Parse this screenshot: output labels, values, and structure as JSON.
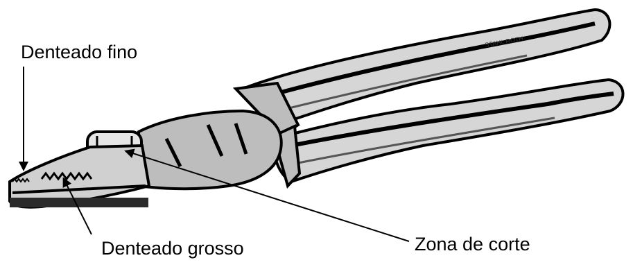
{
  "labels": {
    "fine_teeth": "Denteado fino",
    "coarse_teeth": "Denteado grosso",
    "cutting_zone": "Zona de corte"
  },
  "illustration": {
    "subject": "pliers-icon",
    "stamped_text": "STAHL ROTH"
  },
  "colors": {
    "ink": "#000000",
    "paper": "#ffffff",
    "metal_light": "#d8d8d8",
    "metal_mid": "#9a9a9a"
  }
}
